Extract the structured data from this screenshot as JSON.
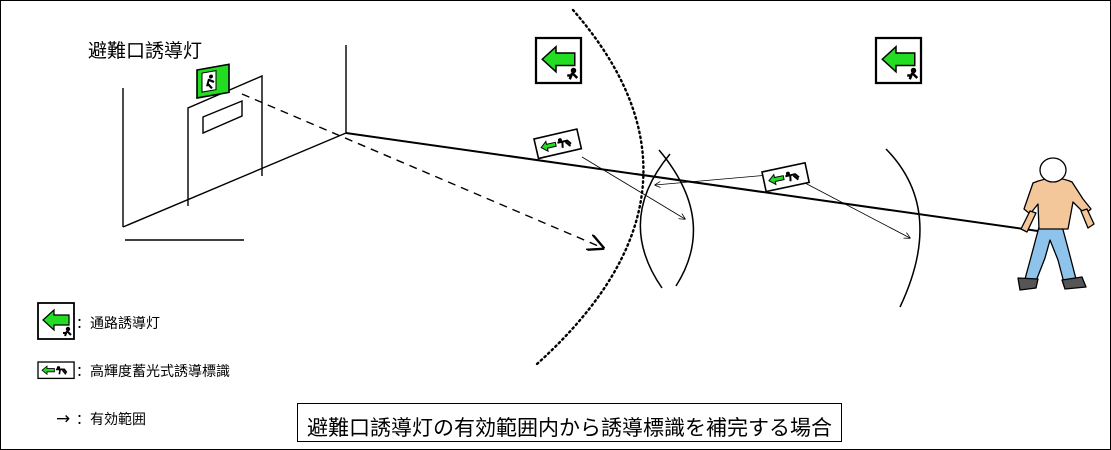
{
  "title": "避難口誘導灯",
  "legend": [
    {
      "icon": "corridor-guide-light-icon",
      "label": "：通路誘導灯"
    },
    {
      "icon": "luminous-guide-sign-icon",
      "label": "：高輝度蓄光式誘導標識"
    },
    {
      "icon": "arrow-right-icon",
      "symbol": "→",
      "label": "：有効範囲"
    }
  ],
  "caption": "避難口誘導灯の有効範囲内から誘導標識を補完する場合",
  "colors": {
    "sign_green": "#22dd22",
    "person_skin": "#f4c79a",
    "person_pants": "#8ec4ec",
    "person_shoes": "#555555"
  }
}
